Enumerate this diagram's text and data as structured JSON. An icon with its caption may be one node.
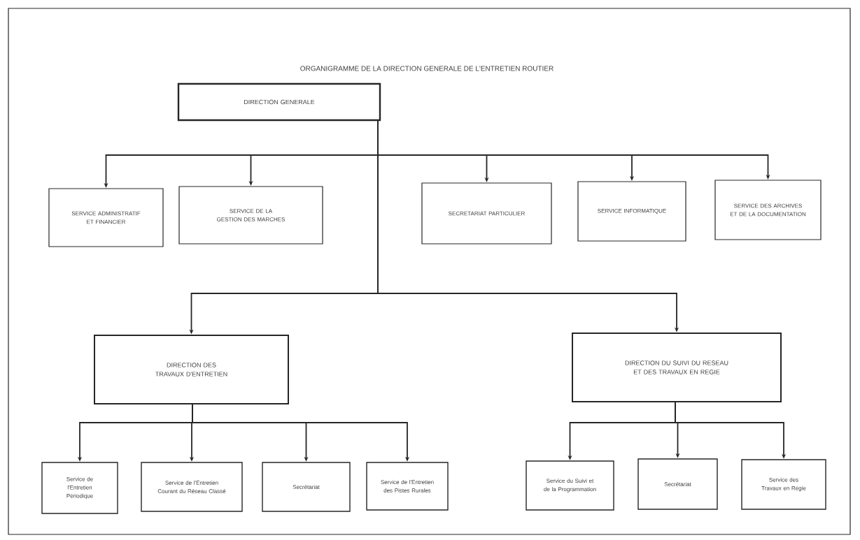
{
  "diagram": {
    "title": "ORGANIGRAMME DE LA DIRECTION GENERALE DE L'ENTRETIEN ROUTIER",
    "nodes": [
      {
        "text": [
          "DIRECTION GENERALE"
        ]
      },
      {
        "text": [
          "SERVICE ADMINISTRATIF ET FINANCIER"
        ]
      },
      {
        "text": [
          "SERVICE DE LA GESTION DES MARCHES"
        ]
      },
      {
        "text": [
          "SECRETARIAT PARTICULIER"
        ]
      },
      {
        "text": [
          "SERVICE INFORMATIQUE"
        ]
      },
      {
        "text": [
          "SERVICE DES ARCHIVES ET DE LA DOCUMENTATION"
        ]
      },
      {
        "text": [
          "DIRECTION DES TRAVAUX D'ENTRETIEN"
        ]
      },
      {
        "text": [
          "DIRECTION DU SUIVI DU RESEAU ET DES TRAVAUX EN REGIE"
        ]
      },
      {
        "text": [
          "Service de l'Entretien Périodique"
        ]
      },
      {
        "text": [
          "Service de l'Entretien Courant du Réseau Classé"
        ]
      },
      {
        "text": [
          "Secrétariat"
        ]
      },
      {
        "text": [
          "Service de l'Entretien des Pistes Rurales"
        ]
      },
      {
        "text": [
          "Service du Suivi et de la Programmation"
        ]
      },
      {
        "text": [
          "Secrétariat"
        ]
      },
      {
        "text": [
          "Service des Travaux en Régie"
        ]
      }
    ],
    "edges": [
      {
        "from": 0,
        "to": 1,
        "arrow": "to"
      },
      {
        "from": 0,
        "to": 2,
        "arrow": "to"
      },
      {
        "from": 0,
        "to": 3,
        "arrow": "to"
      },
      {
        "from": 0,
        "to": 4,
        "arrow": "to"
      },
      {
        "from": 0,
        "to": 5,
        "arrow": "to"
      },
      {
        "from": 0,
        "to": 6,
        "arrow": "to"
      },
      {
        "from": 0,
        "to": 7,
        "arrow": "to"
      },
      {
        "from": 6,
        "to": 8,
        "arrow": "to"
      },
      {
        "from": 6,
        "to": 9,
        "arrow": "to"
      },
      {
        "from": 6,
        "to": 10,
        "arrow": "to"
      },
      {
        "from": 6,
        "to": 11,
        "arrow": "to"
      },
      {
        "from": 7,
        "to": 12,
        "arrow": "to"
      },
      {
        "from": 7,
        "to": 13,
        "arrow": "to"
      },
      {
        "from": 7,
        "to": 14,
        "arrow": "to"
      }
    ]
  }
}
